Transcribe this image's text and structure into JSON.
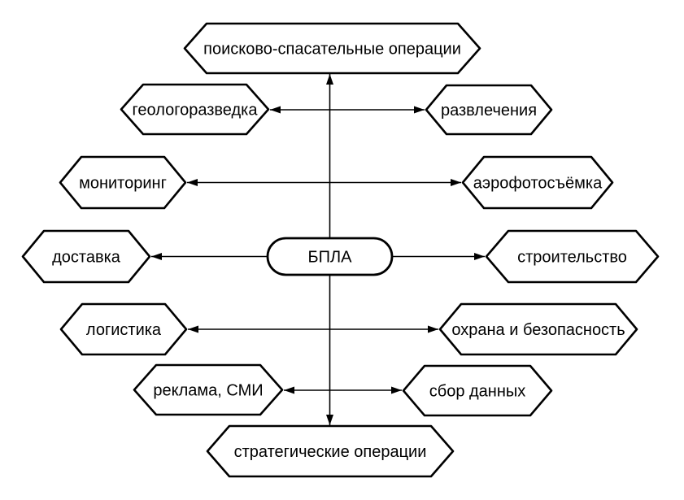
{
  "diagram": {
    "title_semantic": "UAV (БПЛА) application areas diagram",
    "center": {
      "label": "БПЛА"
    },
    "nodes": [
      {
        "id": "search-rescue",
        "label": "поисково-спасательные операции"
      },
      {
        "id": "geology",
        "label": "геологоразведка"
      },
      {
        "id": "entertainment",
        "label": "развлечения"
      },
      {
        "id": "monitoring",
        "label": "мониторинг"
      },
      {
        "id": "aerial-photo",
        "label": "аэрофотосъёмка"
      },
      {
        "id": "delivery",
        "label": "доставка"
      },
      {
        "id": "construction",
        "label": "строительство"
      },
      {
        "id": "logistics",
        "label": "логистика"
      },
      {
        "id": "security",
        "label": "охрана и безопасность"
      },
      {
        "id": "ads-media",
        "label": "реклама, СМИ"
      },
      {
        "id": "data-collection",
        "label": "сбор данных"
      },
      {
        "id": "strategic-ops",
        "label": "стратегические операции"
      }
    ],
    "edges": [
      {
        "type": "double-arrow",
        "orientation": "vertical",
        "between": [
          "поисково-спасательные операции",
          "стратегические операции"
        ],
        "through": "БПЛА"
      },
      {
        "type": "double-arrow",
        "orientation": "horizontal",
        "between": [
          "геологоразведка",
          "развлечения"
        ]
      },
      {
        "type": "double-arrow",
        "orientation": "horizontal",
        "between": [
          "мониторинг",
          "аэрофотосъёмка"
        ]
      },
      {
        "type": "single-arrow",
        "orientation": "horizontal",
        "from": "БПЛА",
        "to": "доставка"
      },
      {
        "type": "single-arrow",
        "orientation": "horizontal",
        "from": "БПЛА",
        "to": "строительство"
      },
      {
        "type": "double-arrow",
        "orientation": "horizontal",
        "between": [
          "логистика",
          "охрана и безопасность"
        ]
      },
      {
        "type": "double-arrow",
        "orientation": "horizontal",
        "between": [
          "реклама, СМИ",
          "сбор данных"
        ]
      }
    ],
    "colors": {
      "background": "#ffffff",
      "shape_fill": "#ffffff",
      "stroke": "#000000",
      "text": "#000000"
    }
  }
}
